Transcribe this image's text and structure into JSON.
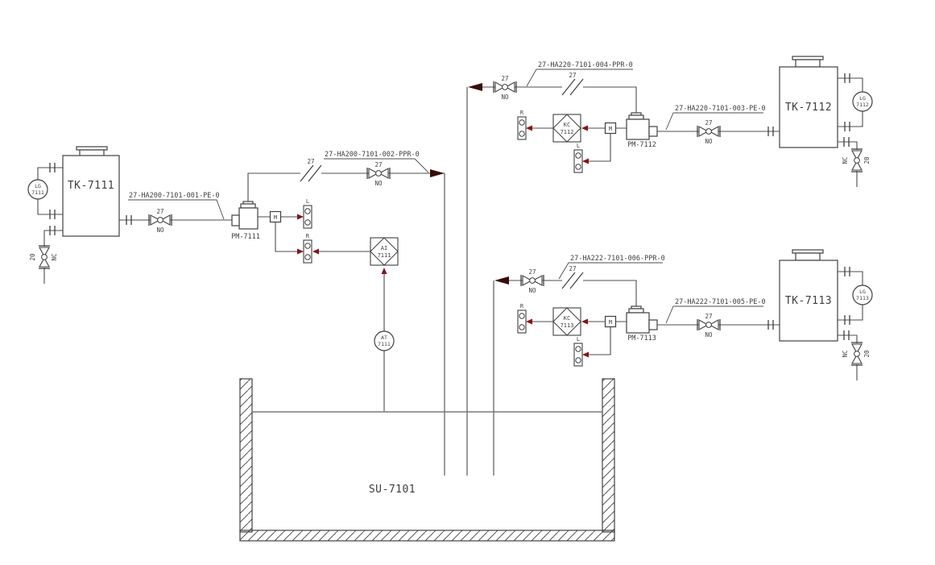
{
  "tanks": [
    {
      "tag": "TK-7111",
      "gauge_type": "LG",
      "gauge_num": "7111",
      "drain_size": "20",
      "drain_state": "NC"
    },
    {
      "tag": "TK-7112",
      "gauge_type": "LG",
      "gauge_num": "7112",
      "drain_size": "20",
      "drain_state": "NC"
    },
    {
      "tag": "TK-7113",
      "gauge_type": "LG",
      "gauge_num": "7113",
      "drain_size": "20",
      "drain_state": "NC"
    }
  ],
  "pumps": [
    {
      "tag": "PM-7111",
      "motor_label": "M"
    },
    {
      "tag": "PM-7112",
      "motor_label": "M"
    },
    {
      "tag": "PM-7113",
      "motor_label": "M"
    }
  ],
  "sump": {
    "tag": "SU-7101"
  },
  "instruments": {
    "ai": {
      "fn": "AI",
      "num": "7111"
    },
    "at": {
      "fn": "AT",
      "num": "7111"
    },
    "kc2": {
      "fn": "KC",
      "num": "7112"
    },
    "kc3": {
      "fn": "KC",
      "num": "7113"
    },
    "local_left": "L",
    "local_right": "R"
  },
  "valves": {
    "size": "27",
    "state_no": "NO"
  },
  "pipe_labels": {
    "l001": "27-HA200-7101-001-PE-0",
    "l002": "27-HA200-7101-002-PPR-0",
    "l003": "27-HA220-7101-003-PE-0",
    "l004": "27-HA220-7101-004-PPR-0",
    "l005": "27-HA222-7101-005-PE-0",
    "l006": "27-HA222-7101-006-PPR-0"
  },
  "colors": {
    "line": "#4c4c4c",
    "arrow_big": "#3a0c05",
    "arrow_small": "#8a1212"
  }
}
